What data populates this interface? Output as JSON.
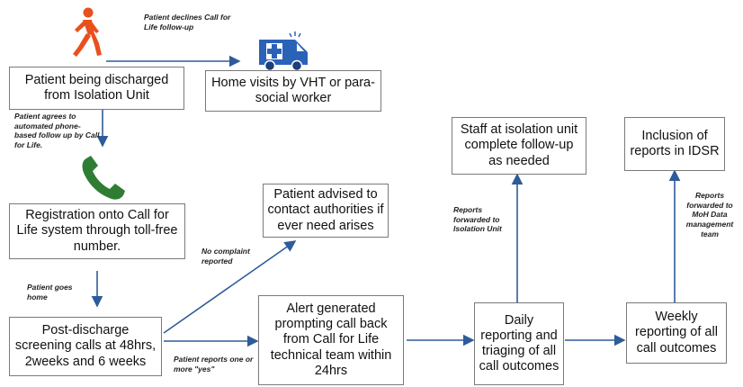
{
  "boxes": {
    "discharged": "Patient being discharged from Isolation Unit",
    "home_visits": "Home visits by VHT or para-social worker",
    "registration": "Registration onto Call for Life system through toll-free number.",
    "screening": "Post-discharge screening calls at 48hrs, 2weeks and 6 weeks",
    "advised": "Patient advised to contact authorities if ever need arises",
    "alert": "Alert generated prompting call back from Call for Life technical team within 24hrs",
    "staff": "Staff at isolation unit complete follow-up as needed",
    "daily": "Daily reporting and triaging of all call outcomes",
    "weekly": "Weekly reporting of all call outcomes",
    "inclusion": "Inclusion of reports in IDSR"
  },
  "notes": {
    "declines": "Patient declines Call for Life follow-up",
    "agrees": "Patient agrees to automated phone-based follow up by Call for Life.",
    "goes_home": "Patient goes home",
    "no_complaint": "No complaint reported",
    "reports_yes": "Patient reports one or more \"yes\"",
    "forwarded_isolation": "Reports forwarded to Isolation Unit",
    "forwarded_moh": "Reports forwarded to MoH Data management team"
  },
  "icons": {
    "person": "walking-person-icon",
    "ambulance": "ambulance-icon",
    "phone": "telephone-icon"
  },
  "colors": {
    "arrow": "#2e5b9a",
    "person": "#e8501d",
    "ambulance": "#2a62b8",
    "phone": "#2e7d32"
  }
}
